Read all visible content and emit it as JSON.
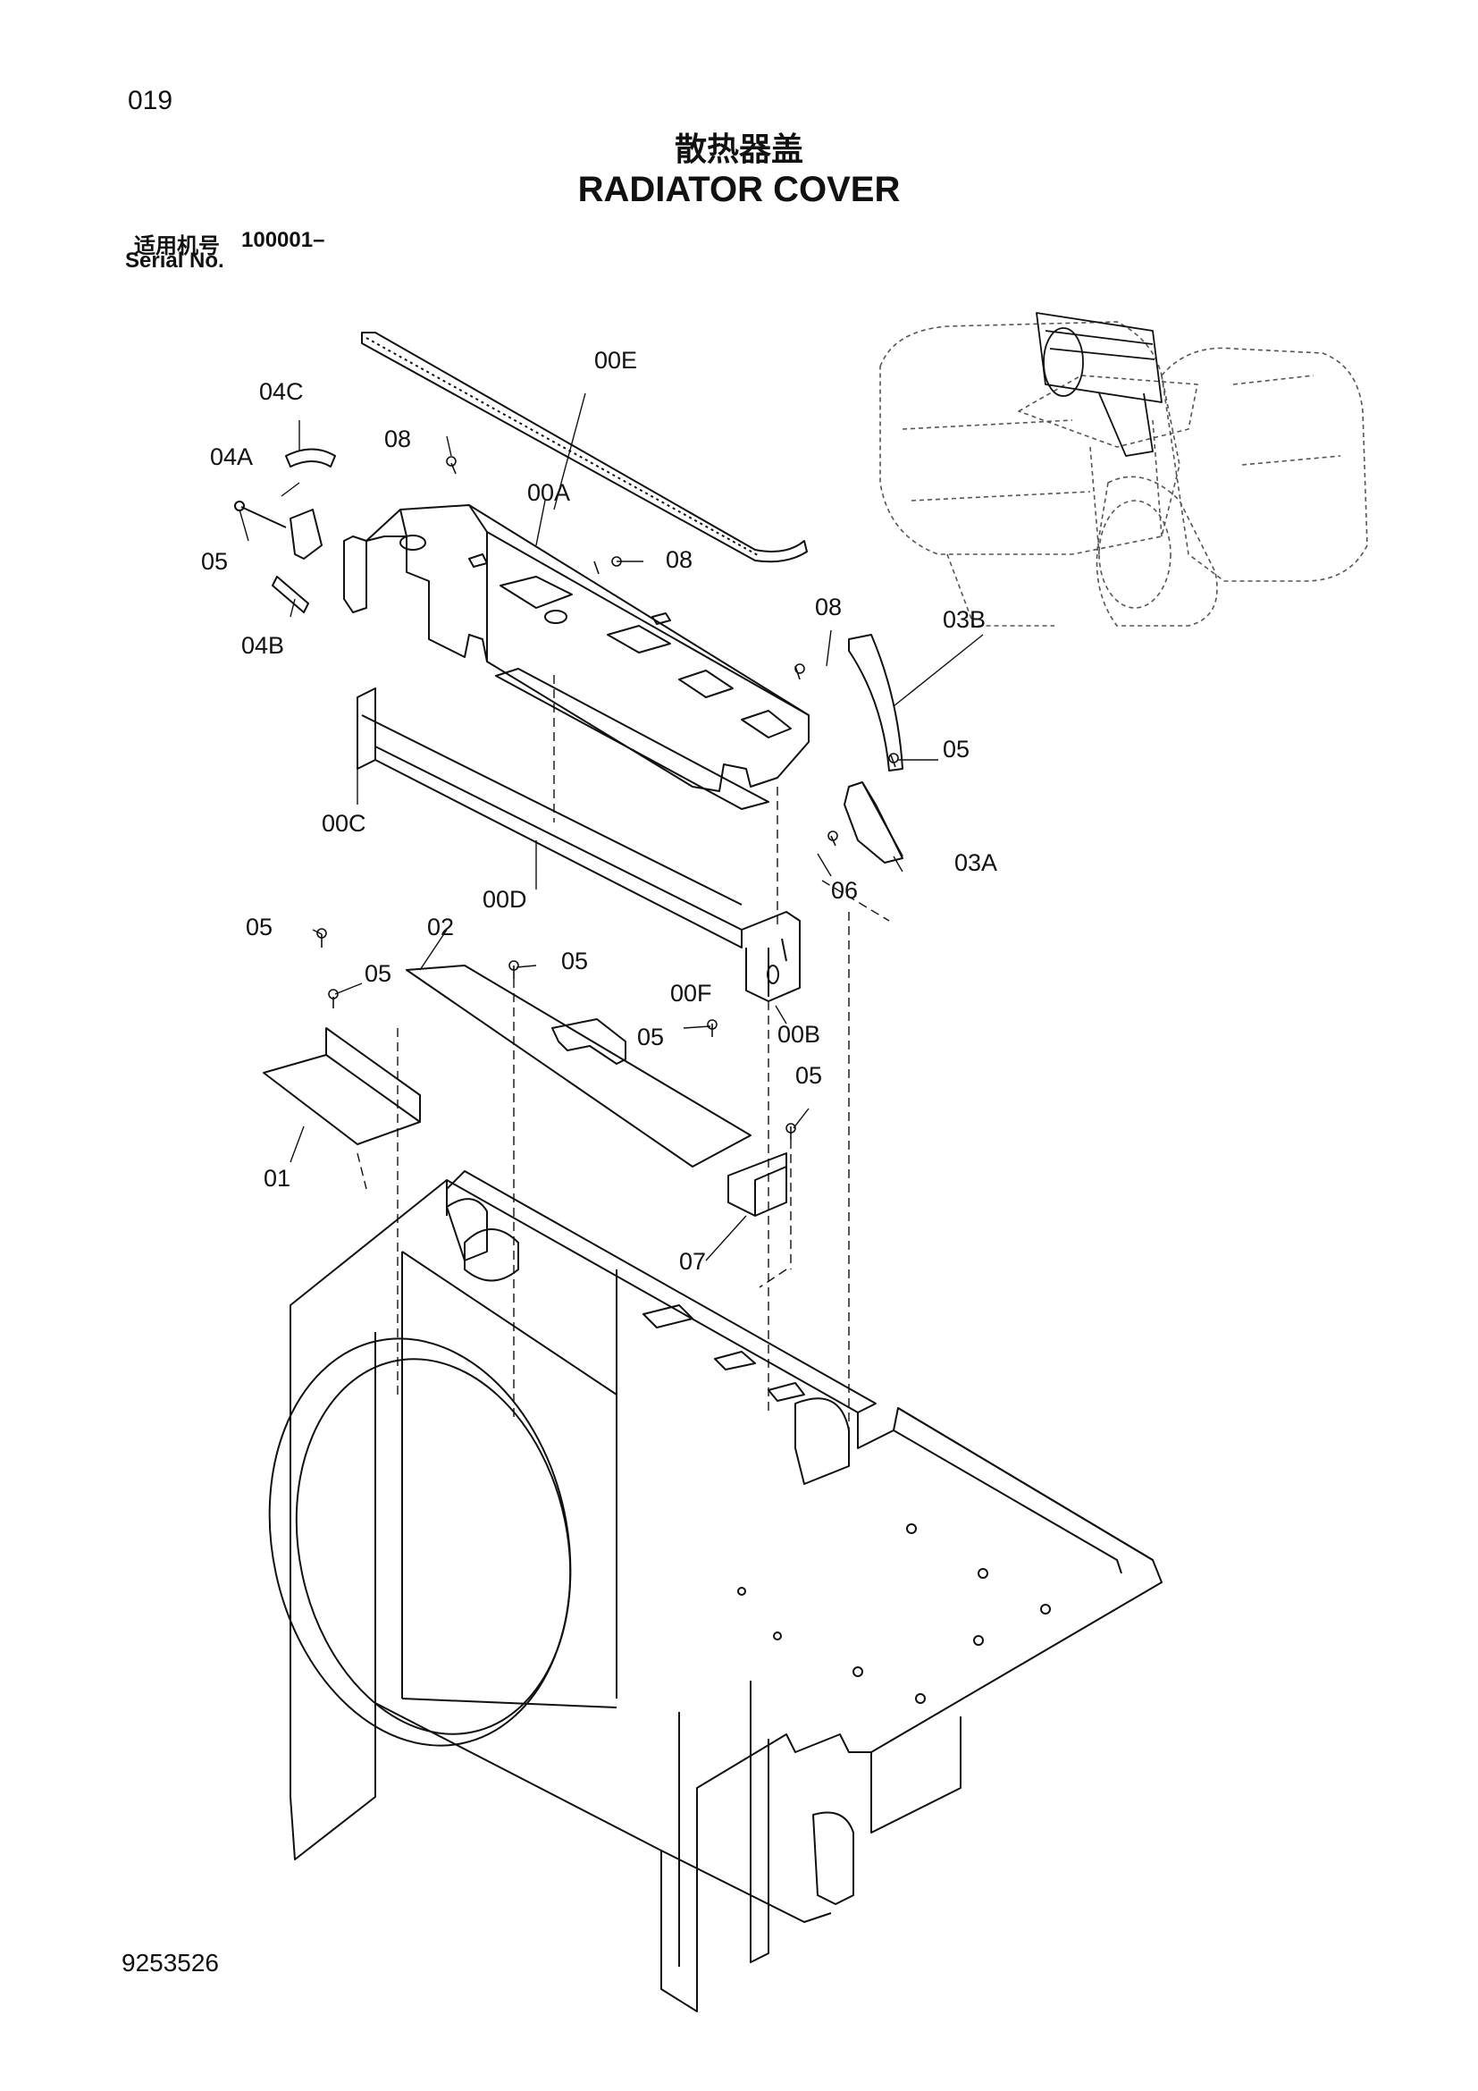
{
  "page_number": "019",
  "title_cn": "散热器盖",
  "title_en": "RADIATOR COVER",
  "serial": {
    "label_cn": "适用机号",
    "value": "100001–",
    "label_en": "Serial No."
  },
  "document_number": "9253526",
  "callouts": {
    "c00E": "00E",
    "c04C": "04C",
    "c08a": "08",
    "c04A": "04A",
    "c00A": "00A",
    "c08b": "08",
    "c05a": "05",
    "c04B": "04B",
    "c08c": "08",
    "c03B": "03B",
    "c05b": "05",
    "c00C": "00C",
    "c03A": "03A",
    "c06": "06",
    "c00D": "00D",
    "c05c": "05",
    "c02": "02",
    "c05d": "05",
    "c05e": "05",
    "c00F": "00F",
    "c05f": "05",
    "c00B": "00B",
    "c05g": "05",
    "c01": "01",
    "c07": "07"
  }
}
